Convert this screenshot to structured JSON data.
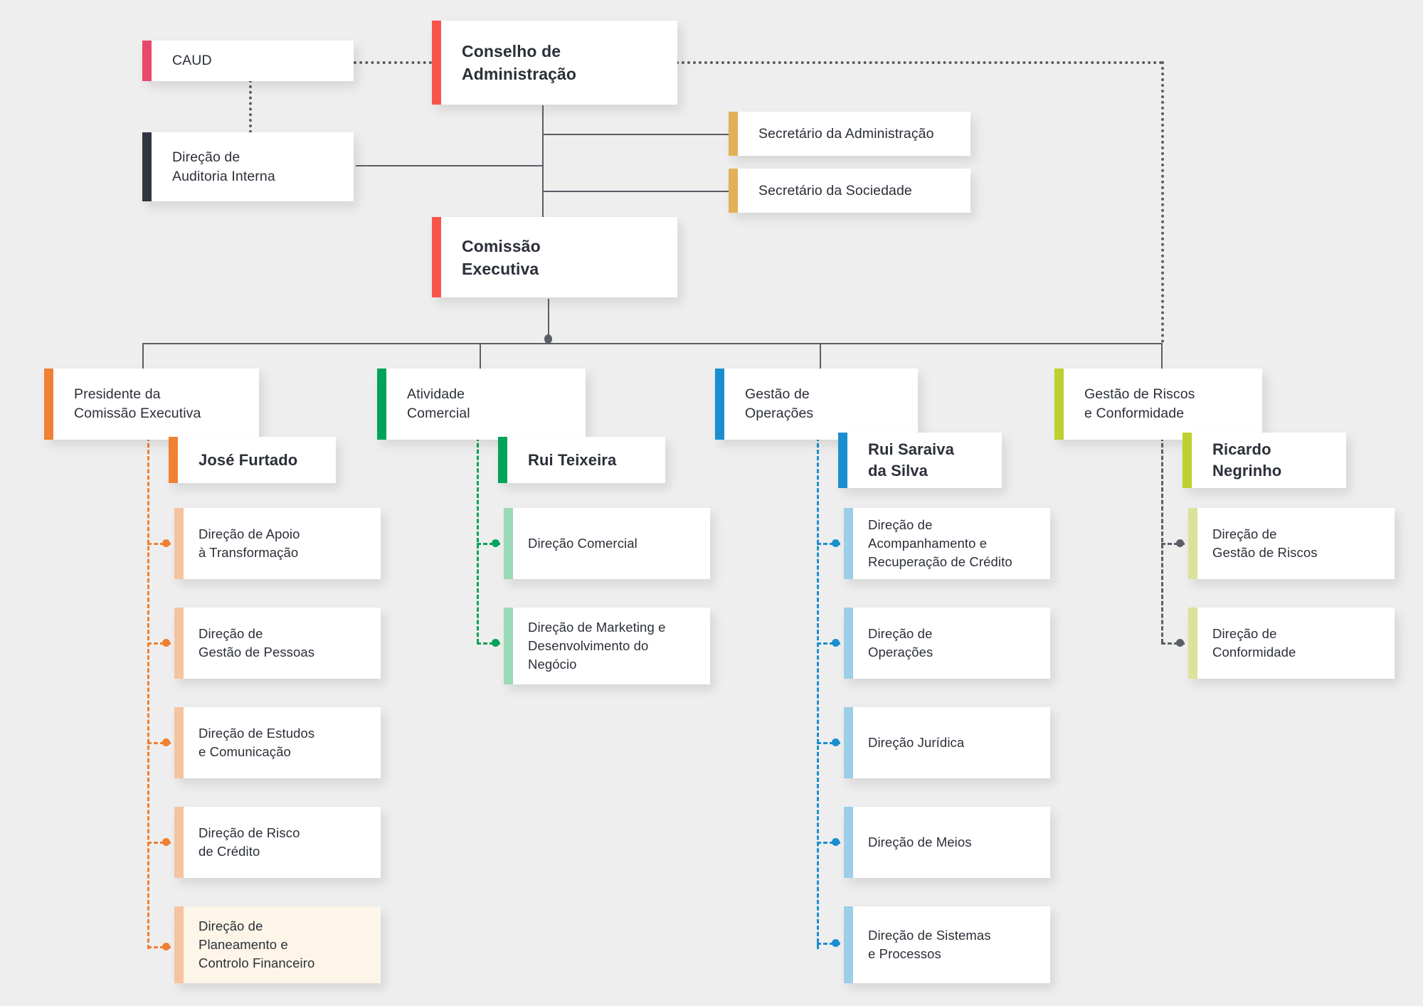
{
  "colors": {
    "background": "#eeeeee",
    "card": "#ffffff",
    "text": "#2b2f38",
    "connector": "#5a5e66",
    "red": "#f9544b",
    "pink": "#e8496b",
    "dark": "#2f3640",
    "gold": "#e2b155",
    "orange": "#f08033",
    "orange_light": "#f5c3a0",
    "green": "#00a359",
    "green_light": "#9ad9b7",
    "blue": "#1b8ed0",
    "blue_light": "#9ccee7",
    "lime": "#bdd02f",
    "lime_light": "#dbe29a",
    "highlight_bg": "#fdf5e8"
  },
  "top": {
    "caud": {
      "label": "CAUD",
      "accent": "pink"
    },
    "board": {
      "label": "Conselho de\nAdministração",
      "accent": "red"
    },
    "audit": {
      "label": "Direção de\nAuditoria Interna",
      "accent": "dark"
    },
    "secretaries": [
      {
        "label": "Secretário da Administração",
        "accent": "gold"
      },
      {
        "label": "Secretário da Sociedade",
        "accent": "gold"
      }
    ],
    "executive": {
      "label": "Comissão\nExecutiva",
      "accent": "red"
    }
  },
  "columns": [
    {
      "header": "Presidente da\nComissão Executiva",
      "accent": "orange",
      "accent_light": "orange_light",
      "person": "José Furtado",
      "units": [
        {
          "label": "Direção de Apoio\nà Transformação",
          "highlight": false
        },
        {
          "label": "Direção de\nGestão de Pessoas",
          "highlight": false
        },
        {
          "label": "Direção de Estudos\ne Comunicação",
          "highlight": false
        },
        {
          "label": "Direção de Risco\nde Crédito",
          "highlight": false
        },
        {
          "label": "Direção de\nPlaneamento e\nControlo Financeiro",
          "highlight": true
        }
      ]
    },
    {
      "header": "Atividade\nComercial",
      "accent": "green",
      "accent_light": "green_light",
      "person": "Rui Teixeira",
      "units": [
        {
          "label": "Direção Comercial",
          "highlight": false
        },
        {
          "label": "Direção de Marketing e\nDesenvolvimento do\nNegócio",
          "highlight": false
        }
      ]
    },
    {
      "header": "Gestão de\nOperações",
      "accent": "blue",
      "accent_light": "blue_light",
      "person": "Rui Saraiva\nda Silva",
      "units": [
        {
          "label": "Direção de\nAcompanhamento e\nRecuperação de Crédito",
          "highlight": false
        },
        {
          "label": "Direção de\nOperações",
          "highlight": false
        },
        {
          "label": "Direção Jurídica",
          "highlight": false
        },
        {
          "label": "Direção de Meios",
          "highlight": false
        },
        {
          "label": "Direção de Sistemas\ne Processos",
          "highlight": false
        }
      ]
    },
    {
      "header": "Gestão de Riscos\ne Conformidade",
      "accent": "lime",
      "accent_light": "lime_light",
      "person": "Ricardo\nNegrinho",
      "units": [
        {
          "label": "Direção de\nGestão de Riscos",
          "highlight": false
        },
        {
          "label": "Direção de\nConformidade",
          "highlight": false
        }
      ]
    }
  ]
}
